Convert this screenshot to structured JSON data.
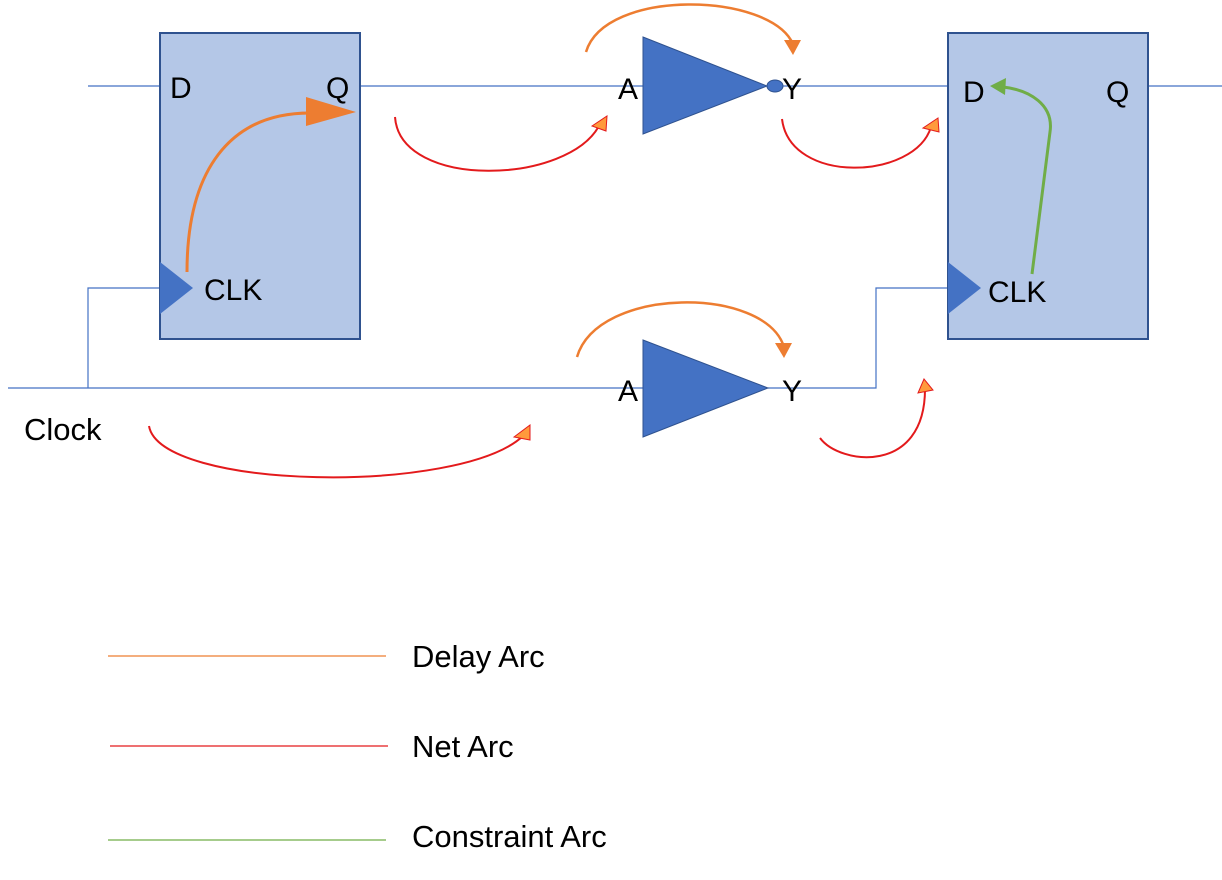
{
  "colors": {
    "wire": "#4472C4",
    "ff_fill": "#B4C7E7",
    "ff_stroke": "#2F528F",
    "gate_fill": "#4472C4",
    "delay_arc": "#ED7D31",
    "net_arc": "#E31A1C",
    "constraint_arc": "#70AD47"
  },
  "flipflop_1": {
    "d_label": "D",
    "q_label": "Q",
    "clk_label": "CLK"
  },
  "flipflop_2": {
    "d_label": "D",
    "q_label": "Q",
    "clk_label": "CLK"
  },
  "inverter": {
    "input_label": "A",
    "output_label": "Y"
  },
  "buffer": {
    "input_label": "A",
    "output_label": "Y"
  },
  "clock_label": "Clock",
  "legend": [
    {
      "label": "Delay Arc",
      "color": "#ED7D31"
    },
    {
      "label": "Net Arc",
      "color": "#E31A1C"
    },
    {
      "label": "Constraint Arc",
      "color": "#70AD47"
    }
  ]
}
